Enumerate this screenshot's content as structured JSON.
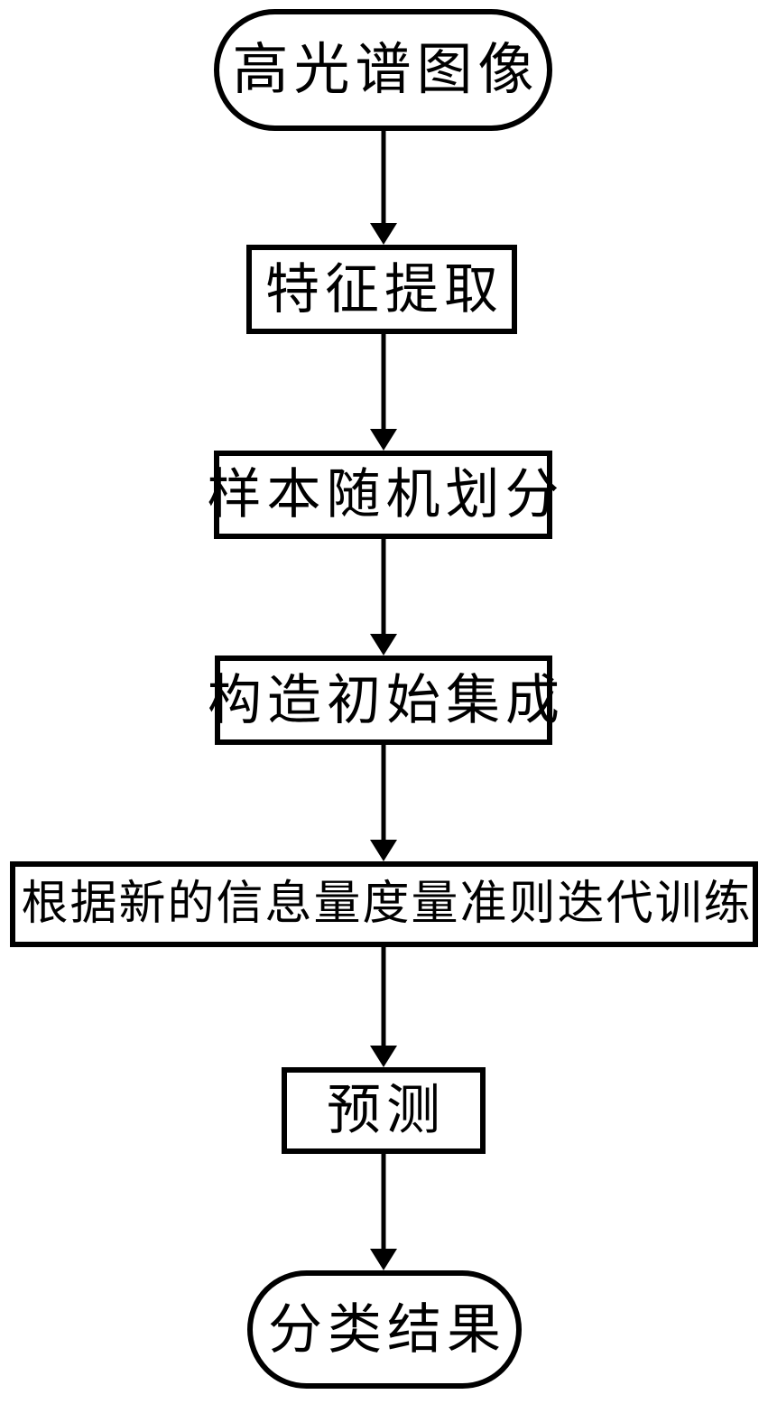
{
  "diagram": {
    "type": "flowchart",
    "orientation": "top-down",
    "colors": {
      "stroke": "#000000",
      "fill": "#ffffff",
      "text": "#000000",
      "background": "#ffffff"
    },
    "nodes": [
      {
        "id": "hyperspectral-image",
        "shape": "stadium",
        "label": "高光谱图像"
      },
      {
        "id": "feature-extraction",
        "shape": "rectangle",
        "label": "特征提取"
      },
      {
        "id": "random-sample-partition",
        "shape": "rectangle",
        "label": "样本随机划分"
      },
      {
        "id": "construct-initial-ensemble",
        "shape": "rectangle",
        "label": "构造初始集成"
      },
      {
        "id": "iterative-training",
        "shape": "rectangle",
        "label": "根据新的信息量度量准则迭代训练"
      },
      {
        "id": "prediction",
        "shape": "rectangle",
        "label": "预测"
      },
      {
        "id": "classification-result",
        "shape": "stadium",
        "label": "分类结果"
      }
    ],
    "edges": [
      {
        "from": "hyperspectral-image",
        "to": "feature-extraction",
        "style": "arrow-down"
      },
      {
        "from": "feature-extraction",
        "to": "random-sample-partition",
        "style": "arrow-down"
      },
      {
        "from": "random-sample-partition",
        "to": "construct-initial-ensemble",
        "style": "arrow-down"
      },
      {
        "from": "construct-initial-ensemble",
        "to": "iterative-training",
        "style": "arrow-down"
      },
      {
        "from": "iterative-training",
        "to": "prediction",
        "style": "arrow-down"
      },
      {
        "from": "prediction",
        "to": "classification-result",
        "style": "arrow-down"
      }
    ]
  }
}
